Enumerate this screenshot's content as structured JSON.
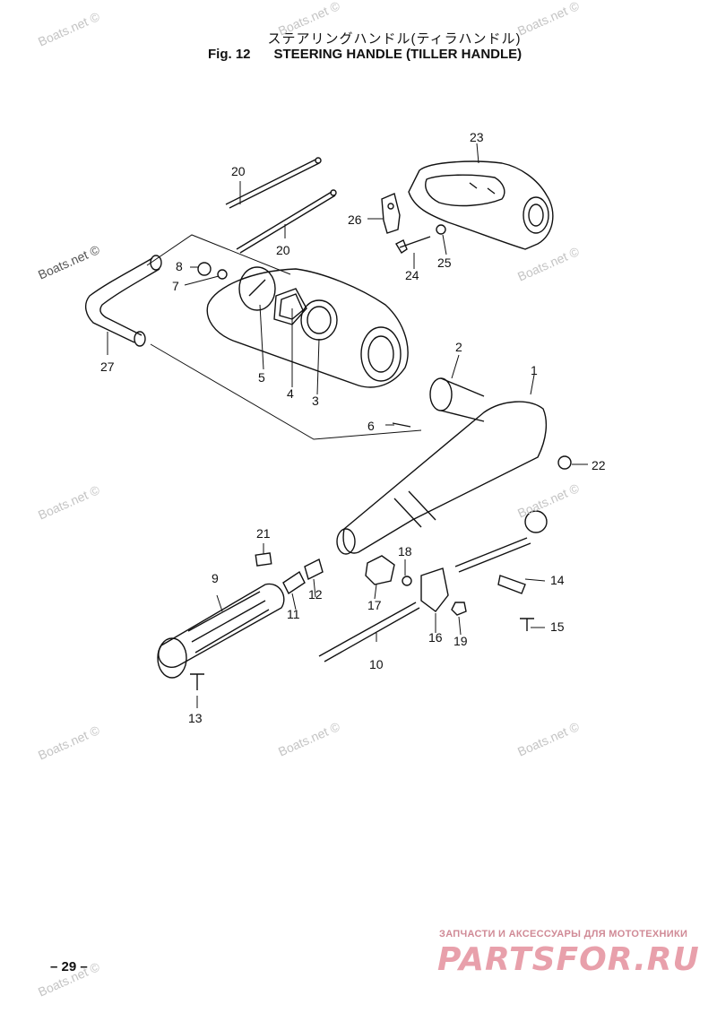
{
  "title_jp": "ステアリングハンドル(ティラハンドル)",
  "fig_label": "Fig. 12",
  "title_en": "STEERING HANDLE (TILLER HANDLE)",
  "page_number": "– 29 –",
  "watermark": "Boats.net ©",
  "brand_subtitle": "ЗАПЧАСТИ И АКСЕССУАРЫ ДЛЯ МОТОТЕХНИКИ",
  "brand_logo": "PARTSFOR.RU",
  "part_labels": {
    "p1": "1",
    "p2": "2",
    "p3": "3",
    "p4": "4",
    "p5": "5",
    "p6": "6",
    "p7": "7",
    "p8": "8",
    "p9": "9",
    "p10": "10",
    "p11": "11",
    "p12": "12",
    "p13": "13",
    "p14": "14",
    "p15": "15",
    "p16": "16",
    "p17": "17",
    "p18": "18",
    "p19": "19",
    "p20a": "20",
    "p20b": "20",
    "p21": "21",
    "p22": "22",
    "p23": "23",
    "p24": "24",
    "p25": "25",
    "p26": "26",
    "p27": "27"
  }
}
